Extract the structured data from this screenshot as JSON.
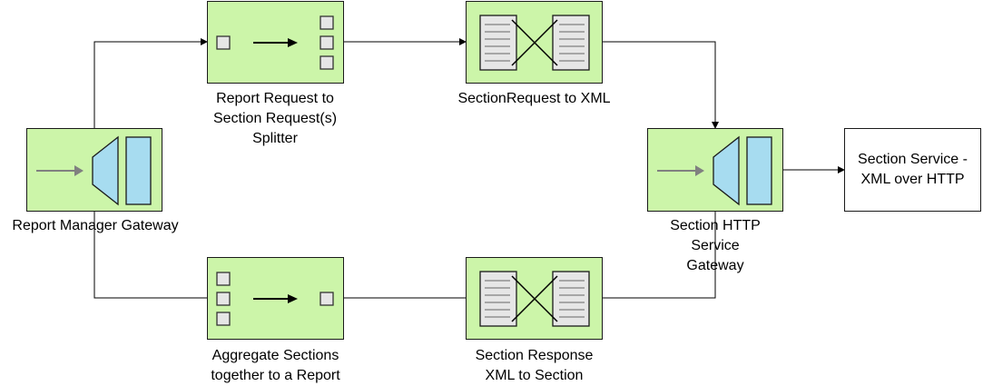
{
  "colors": {
    "component_fill": "#ccf5a9",
    "funnel_fill": "#a7dcf0",
    "stroke": "#1a1a1a",
    "grey_arrow": "#808080"
  },
  "nodes": {
    "report_gateway": {
      "label": "Report Manager Gateway",
      "icon": "gateway-icon"
    },
    "splitter": {
      "label": "Report Request to\nSection Request(s)\nSplitter",
      "icon": "splitter-icon"
    },
    "req_to_xml": {
      "label": "SectionRequest to XML",
      "icon": "transformer-icon"
    },
    "http_gateway": {
      "label": "Section HTTP\nService\nGateway",
      "icon": "gateway-icon"
    },
    "section_service": {
      "label": "Section Service -\nXML over HTTP"
    },
    "aggregator": {
      "label": "Aggregate Sections\ntogether to a Report",
      "icon": "aggregator-icon"
    },
    "resp_to_section": {
      "label": "Section Response\nXML to Section",
      "icon": "transformer-icon"
    }
  }
}
